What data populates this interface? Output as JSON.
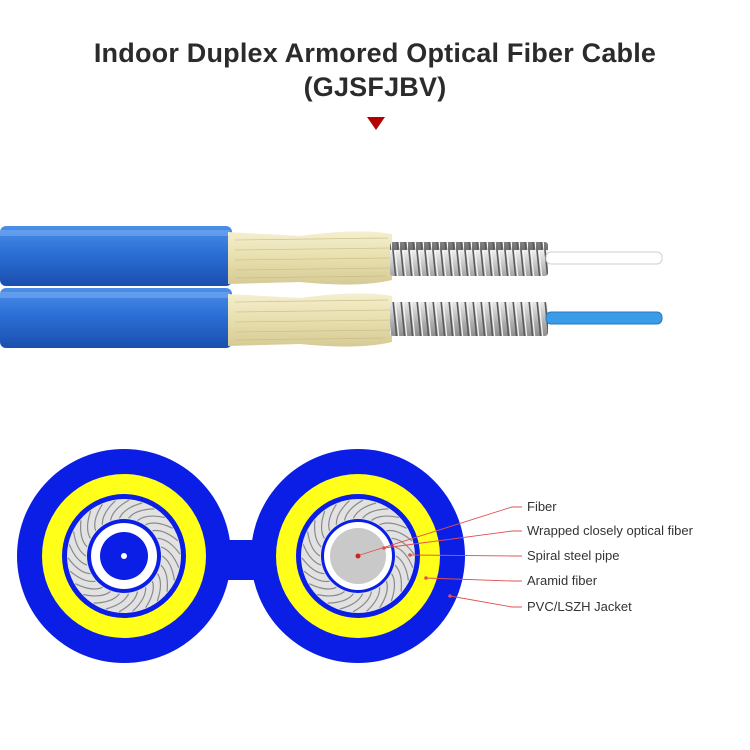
{
  "title": {
    "line1": "Indoor Duplex Armored Optical Fiber Cable",
    "line2": "(GJSFJBV)"
  },
  "labels": {
    "fiber": "Fiber",
    "wrapped": "Wrapped closely optical fiber",
    "steel": "Spiral steel pipe",
    "aramid": "Aramid fiber",
    "jacket": "PVC/LSZH Jacket"
  },
  "colors": {
    "jacket": "#0a1ee6",
    "aramid": "#ffff1a",
    "steel": "#d8d8d8",
    "cable_blue": "#2c6fd6",
    "arrow": "#b40000",
    "leader": "#e05050"
  }
}
